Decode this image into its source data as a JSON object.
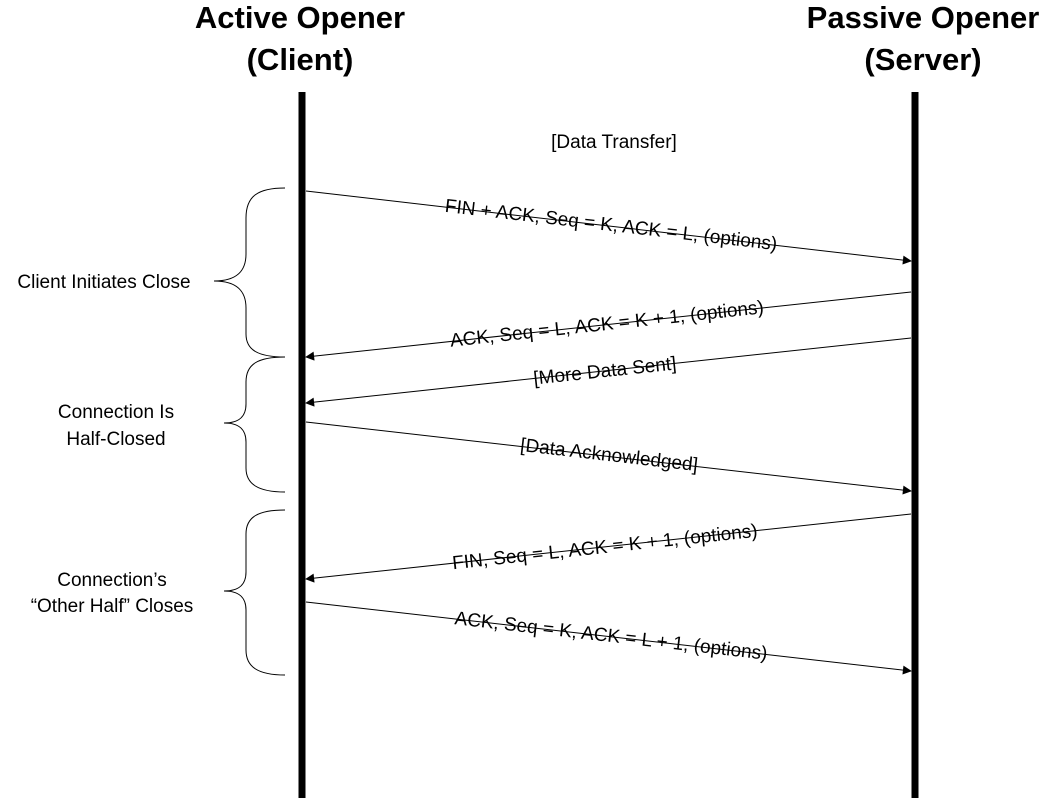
{
  "colors": {
    "line": "#000000",
    "background": "#ffffff"
  },
  "client": {
    "title_line1": "Active Opener",
    "title_line2": "(Client)"
  },
  "server": {
    "title_line1": "Passive Opener",
    "title_line2": "(Server)"
  },
  "data_transfer": "[Data Transfer]",
  "messages": [
    {
      "from": "client",
      "text": "FIN + ACK, Seq = K, ACK = L, (options)"
    },
    {
      "from": "server",
      "text": "ACK, Seq = L, ACK = K + 1, (options)"
    },
    {
      "from": "server",
      "text": "[More Data Sent]"
    },
    {
      "from": "client",
      "text": "[Data Acknowledged]"
    },
    {
      "from": "server",
      "text": "FIN, Seq = L, ACK = K + 1, (options)"
    },
    {
      "from": "client",
      "text": "ACK, Seq = K, ACK = L + 1, (options)"
    }
  ],
  "phases": [
    {
      "line1": "Client Initiates Close",
      "line2": ""
    },
    {
      "line1": "Connection Is",
      "line2": "Half-Closed"
    },
    {
      "line1": "Connection’s",
      "line2": "“Other Half” Closes"
    }
  ]
}
